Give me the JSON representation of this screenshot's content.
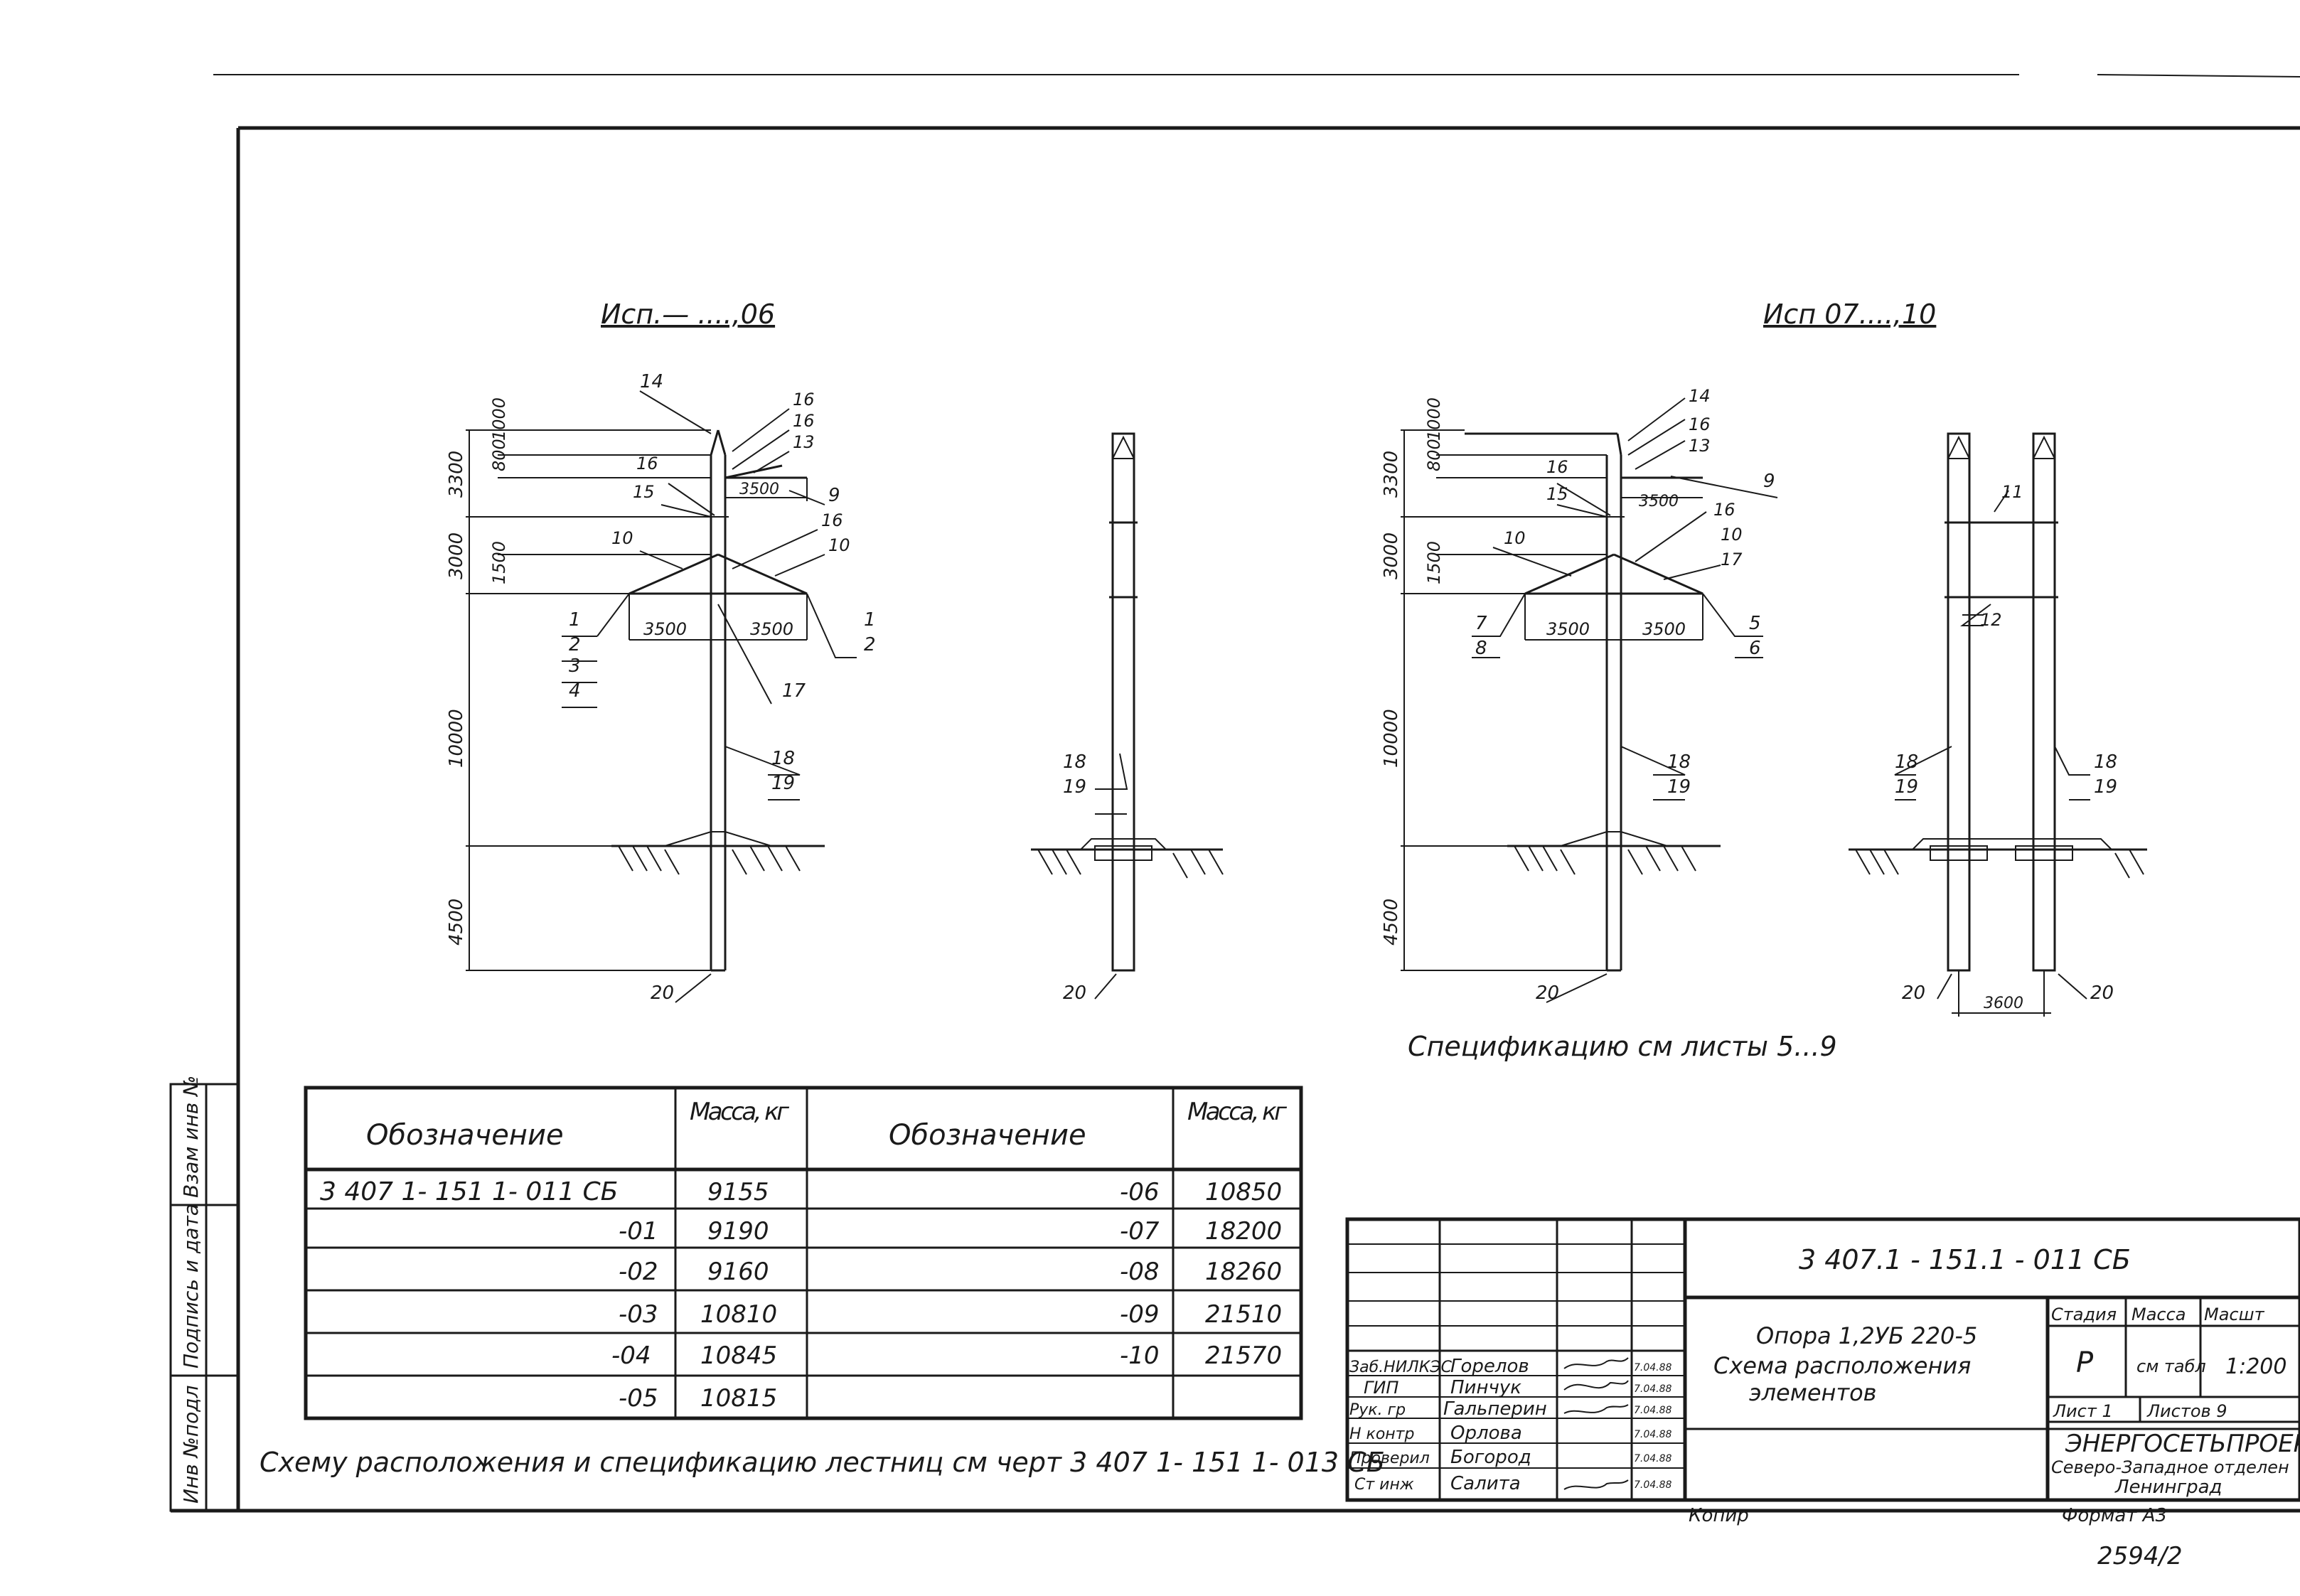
{
  "views": {
    "left_caption": "Исп.— ....,06",
    "right_caption": "Исп 07....,10"
  },
  "dims": {
    "d1000": "1000",
    "d800": "800",
    "d3300": "3300",
    "d3000": "3000",
    "d1500": "1500",
    "d10000": "10000",
    "d4500": "4500",
    "d3500": "3500",
    "d3600": "3600"
  },
  "marks": {
    "m1": "1",
    "m2": "2",
    "m3": "3",
    "m4": "4",
    "m5": "5",
    "m6": "6",
    "m7": "7",
    "m8": "8",
    "m9": "9",
    "m10": "10",
    "m11": "11",
    "m12": "12",
    "m13": "13",
    "m14": "14",
    "m15": "15",
    "m16": "16",
    "m17": "17",
    "m18": "18",
    "m19": "19",
    "m20": "20"
  },
  "spec_note": "Спецификацию   см   листы   5...9",
  "mass_table": {
    "headers": [
      "Обозначение",
      "Масса, кг",
      "Обозначение",
      "Масса, кг"
    ],
    "rows": [
      [
        "3 407 1- 151 1- 011 СБ",
        "9155",
        "-06",
        "10850"
      ],
      [
        "-01",
        "9190",
        "-07",
        "18200"
      ],
      [
        "-02",
        "9160",
        "-08",
        "18260"
      ],
      [
        "-03",
        "10810",
        "-09",
        "21510"
      ],
      [
        "-04",
        "10845",
        "-10",
        "21570"
      ],
      [
        "-05",
        "10815",
        "",
        ""
      ]
    ]
  },
  "bottom_note": "Схему   расположения   и   спецификацию   лестниц   см   черт   3 407 1- 151 1- 013 СБ",
  "side_stamp": [
    "Инв №подл",
    "Подпись и дата",
    "Взам инв №"
  ],
  "title_block": {
    "doc_code": "3 407.1 - 151.1 - 011 СБ",
    "title_lines": [
      "Опора 1,2УБ 220-5",
      "Схема   расположения",
      "элементов"
    ],
    "people": [
      [
        "Заб.НИЛКЭС",
        "Горелов",
        "7.04.88"
      ],
      [
        "ГИП",
        "Пинчук",
        "7.04.88"
      ],
      [
        "Рук. гр",
        "Гальперин",
        "7.04.88"
      ],
      [
        "Н контр",
        "Орлова",
        "7.04.88"
      ],
      [
        "Проверил",
        "Богород",
        "7.04.88"
      ],
      [
        "Ст инж",
        "Салита",
        "7.04.88"
      ]
    ],
    "stage_label": "Стадия",
    "mass_label": "Масса",
    "scale_label": "Масшт",
    "stage": "Р",
    "mass": "см табл",
    "scale": "1:200",
    "sheet": "Лист 1",
    "sheets": "Листов 9",
    "org1": "ЭНЕРГОСЕТЬПРОЕК",
    "org2": "Северо-Западное отделен",
    "org3": "Ленинград",
    "copy": "Копир",
    "format": "Формат А3",
    "archive": "2594/2"
  }
}
